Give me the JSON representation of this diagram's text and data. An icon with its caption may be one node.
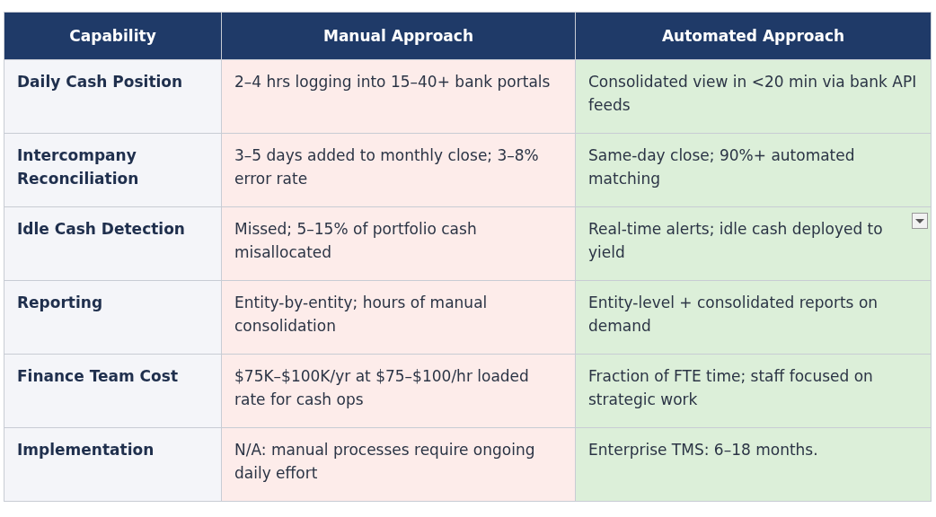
{
  "diagram": {
    "labels": [
      "Capability",
      "Manual Approach",
      "Automated Approach",
      "Daily Cash Position",
      "2–4 hrs logging into 15–40+ bank portals",
      "Consolidated view in <20 min via bank API feeds",
      "Intercompany Reconciliation",
      "3–5 days added to monthly close; 3–8% error rate",
      "Same-day close; 90%+ automated matching",
      "Idle Cash Detection",
      "Missed; 5–15% of portfolio cash misallocated",
      "Real-time alerts; idle cash deployed to yield",
      "Reporting",
      "Entity-by-entity; hours of manual consolidation",
      "Entity-level + consolidated reports on demand",
      "Finance Team Cost",
      "$75K–$100K/yr at $75–$100/hr loaded rate for cash ops",
      "Fraction of FTE time; staff focused on strategic work",
      "Implementation",
      "N/A: manual processes require ongoing daily effort",
      "Enterprise TMS: 6–18 months."
    ]
  }
}
